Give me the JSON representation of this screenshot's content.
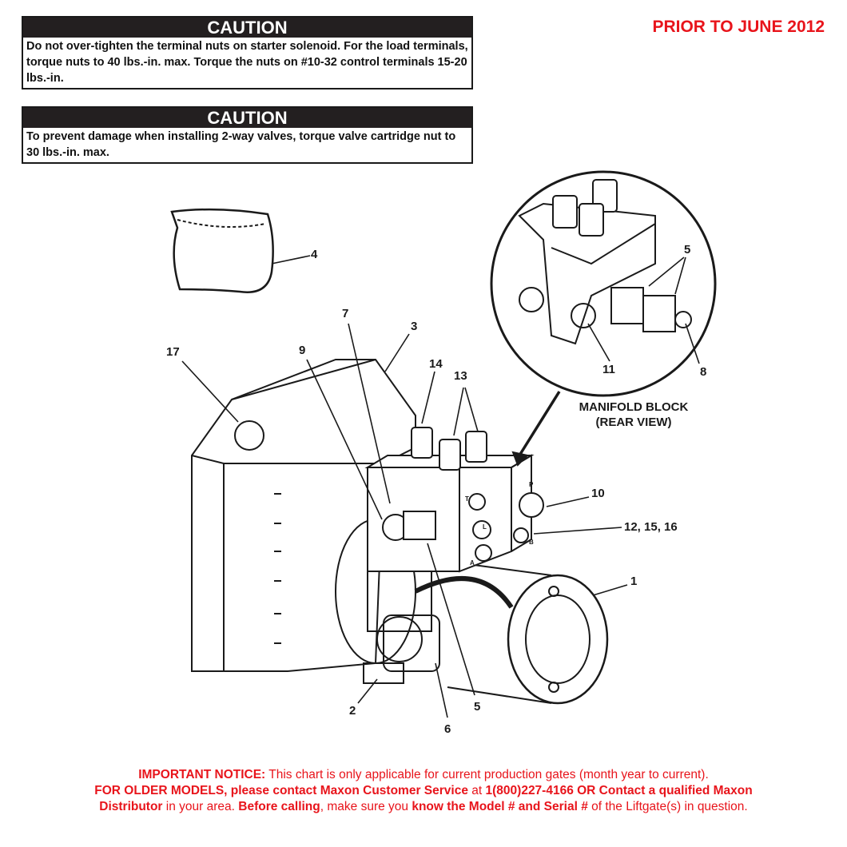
{
  "header": {
    "prior_label": "PRIOR TO JUNE 2012"
  },
  "cautions": [
    {
      "title": "CAUTION",
      "text": "Do not over-tighten the terminal nuts on starter solenoid. For the load terminals, torque nuts to 40 lbs.-in. max. Torque the nuts on #10-32 control terminals 15-20 lbs.-in."
    },
    {
      "title": "CAUTION",
      "text": "To prevent damage when installing 2-way valves, torque valve cartridge nut to 30 lbs.-in. max."
    }
  ],
  "callouts": {
    "c4": "4",
    "c7": "7",
    "c3": "3",
    "c17": "17",
    "c9": "9",
    "c14": "14",
    "c13": "13",
    "c5a": "5",
    "c11": "11",
    "c8": "8",
    "c10": "10",
    "c12": "12, 15, 16",
    "c1": "1",
    "c2": "2",
    "c5b": "5",
    "c6": "6"
  },
  "inset": {
    "title": "MANIFOLD BLOCK",
    "subtitle": "(REAR VIEW)"
  },
  "port_letters": {
    "t": "T",
    "l": "L",
    "b": "B",
    "a": "A",
    "p": "P"
  },
  "notice": {
    "l1_b": "IMPORTANT NOTICE:",
    "l1_r": " This chart is only applicable for current production gates (month year to current).",
    "l2_b1": "FOR OLDER MODELS, please contact Maxon Customer Service",
    "l2_r1": " at ",
    "l2_b2": "1(800)227-4166 OR Contact a qualified Maxon",
    "l3_b1": "Distributor",
    "l3_r1": " in your area. ",
    "l3_b2": "Before calling",
    "l3_r2": ", make sure you ",
    "l3_b3": "know the Model # and Serial #",
    "l3_r3": " of the Liftgate(s) in question."
  },
  "colors": {
    "accent": "#e8141b",
    "caution_bar": "#231f20"
  }
}
